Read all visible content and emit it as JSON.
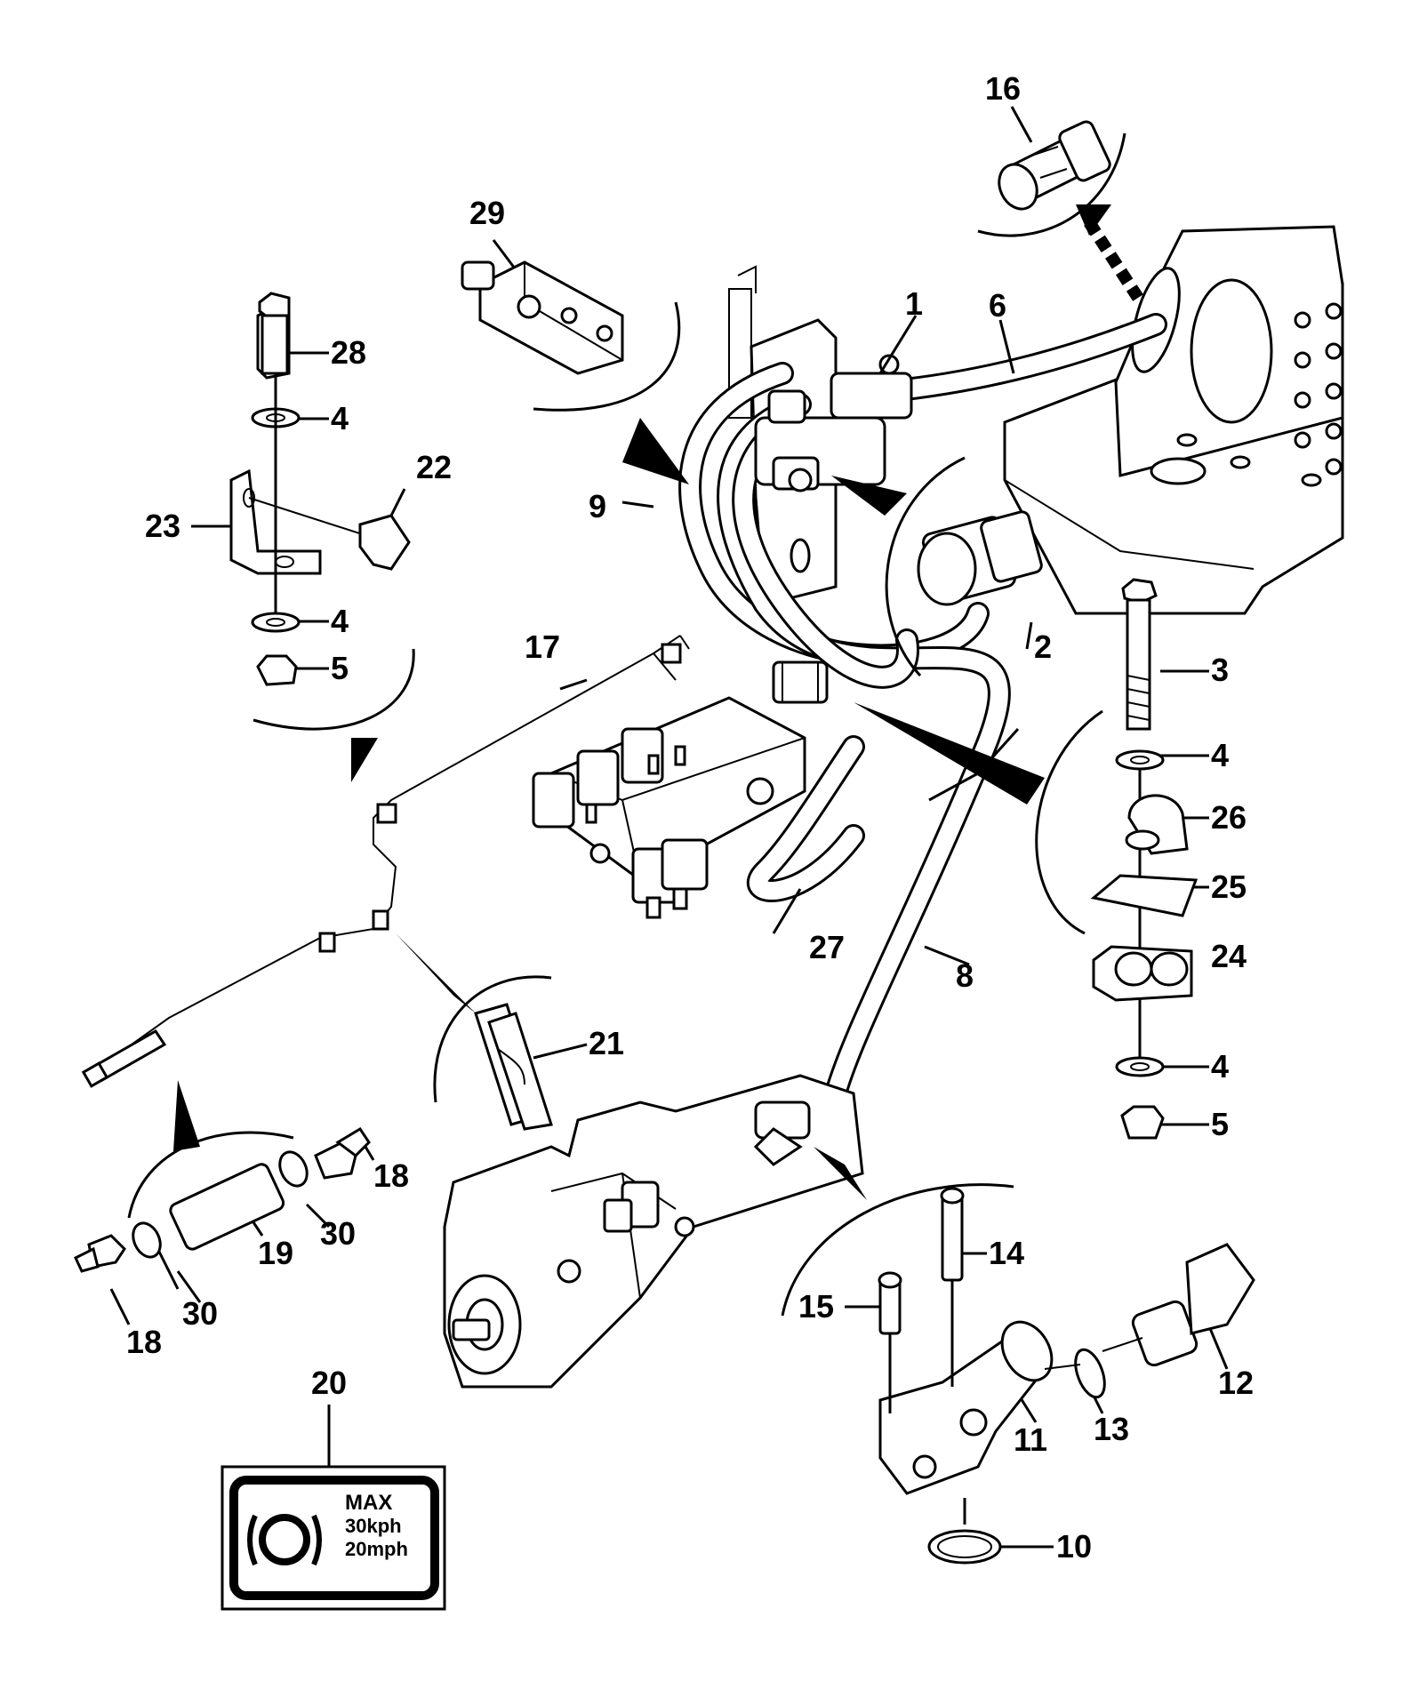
{
  "callouts": {
    "c1": "1",
    "c2": "2",
    "c3": "3",
    "c4a": "4",
    "c4b": "4",
    "c4c": "4",
    "c4d": "4",
    "c5a": "5",
    "c5b": "5",
    "c6": "6",
    "c8": "8",
    "c9": "9",
    "c10": "10",
    "c11": "11",
    "c12": "12",
    "c13": "13",
    "c14": "14",
    "c15": "15",
    "c16": "16",
    "c17": "17",
    "c18a": "18",
    "c18b": "18",
    "c19": "19",
    "c20": "20",
    "c21": "21",
    "c22": "22",
    "c23": "23",
    "c24": "24",
    "c25": "25",
    "c26": "26",
    "c27": "27",
    "c28": "28",
    "c29": "29",
    "c30a": "30",
    "c30b": "30"
  },
  "decal": {
    "line1": "MAX",
    "line2": "30kph",
    "line3": "20mph"
  }
}
